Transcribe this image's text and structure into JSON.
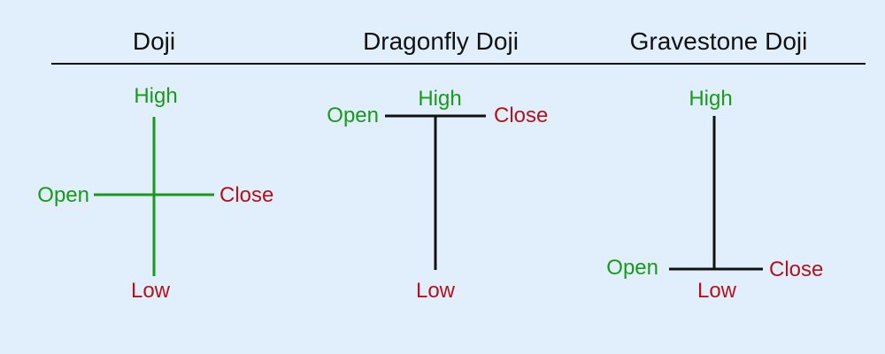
{
  "colors": {
    "background": "#e1eefb",
    "bullish_green": "#1a9a1a",
    "bearish_red": "#b3141c",
    "neutral_line": "#111111"
  },
  "header": {
    "titles": [
      "Doji",
      "Dragonfly Doji",
      "Gravestone Doji"
    ]
  },
  "patterns": [
    {
      "name": "Doji",
      "line_color": "green",
      "labels": {
        "high": "High",
        "low": "Low",
        "open": "Open",
        "close": "Close"
      }
    },
    {
      "name": "Dragonfly Doji",
      "line_color": "black",
      "labels": {
        "high": "High",
        "low": "Low",
        "open": "Open",
        "close": "Close"
      }
    },
    {
      "name": "Gravestone Doji",
      "line_color": "black",
      "labels": {
        "high": "High",
        "low": "Low",
        "open": "Open",
        "close": "Close"
      }
    }
  ]
}
